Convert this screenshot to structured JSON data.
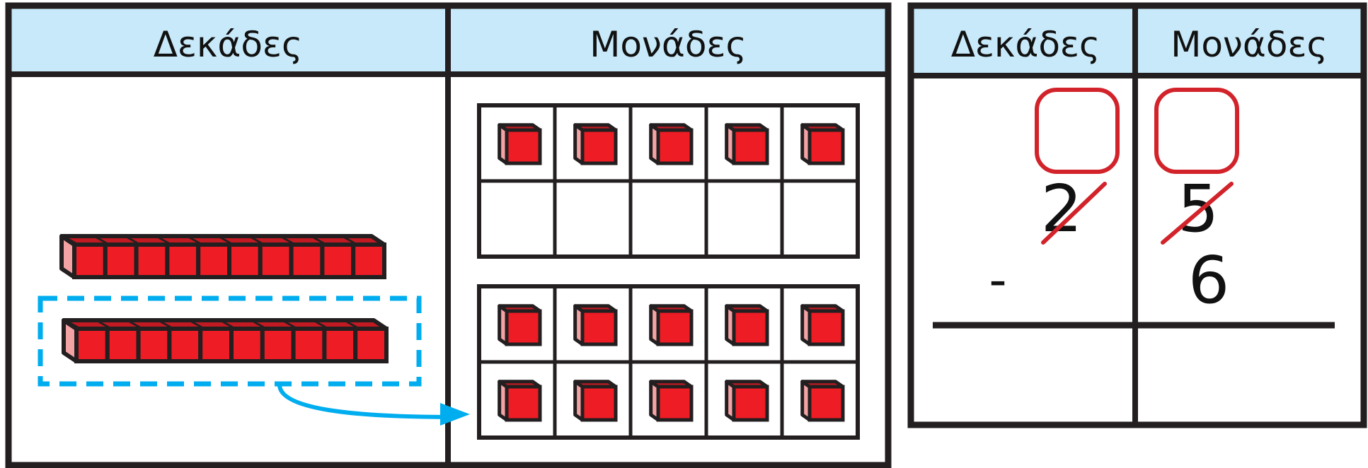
{
  "left_table": {
    "tens_header": "Δεκάδες",
    "ones_header": "Μονάδες",
    "tens_rods_count": 2,
    "regrouped_rod": "second",
    "ten_frame_top_filled": 5,
    "ten_frame_bottom_filled": 10
  },
  "right_table": {
    "tens_header": "Δεκάδες",
    "ones_header": "Μονάδες",
    "minuend_tens": "2",
    "minuend_ones": "5",
    "minus_sign": "-",
    "subtrahend_ones": "6",
    "new_tens_box": "",
    "new_ones_box": ""
  },
  "colors": {
    "header_fill": "#c8e9f9",
    "cube_red": "#ee1c25",
    "cube_side": "#f4a3a5",
    "cube_top": "#c21a22",
    "cross_out_red": "#d2232a",
    "dash_blue": "#00adef"
  }
}
